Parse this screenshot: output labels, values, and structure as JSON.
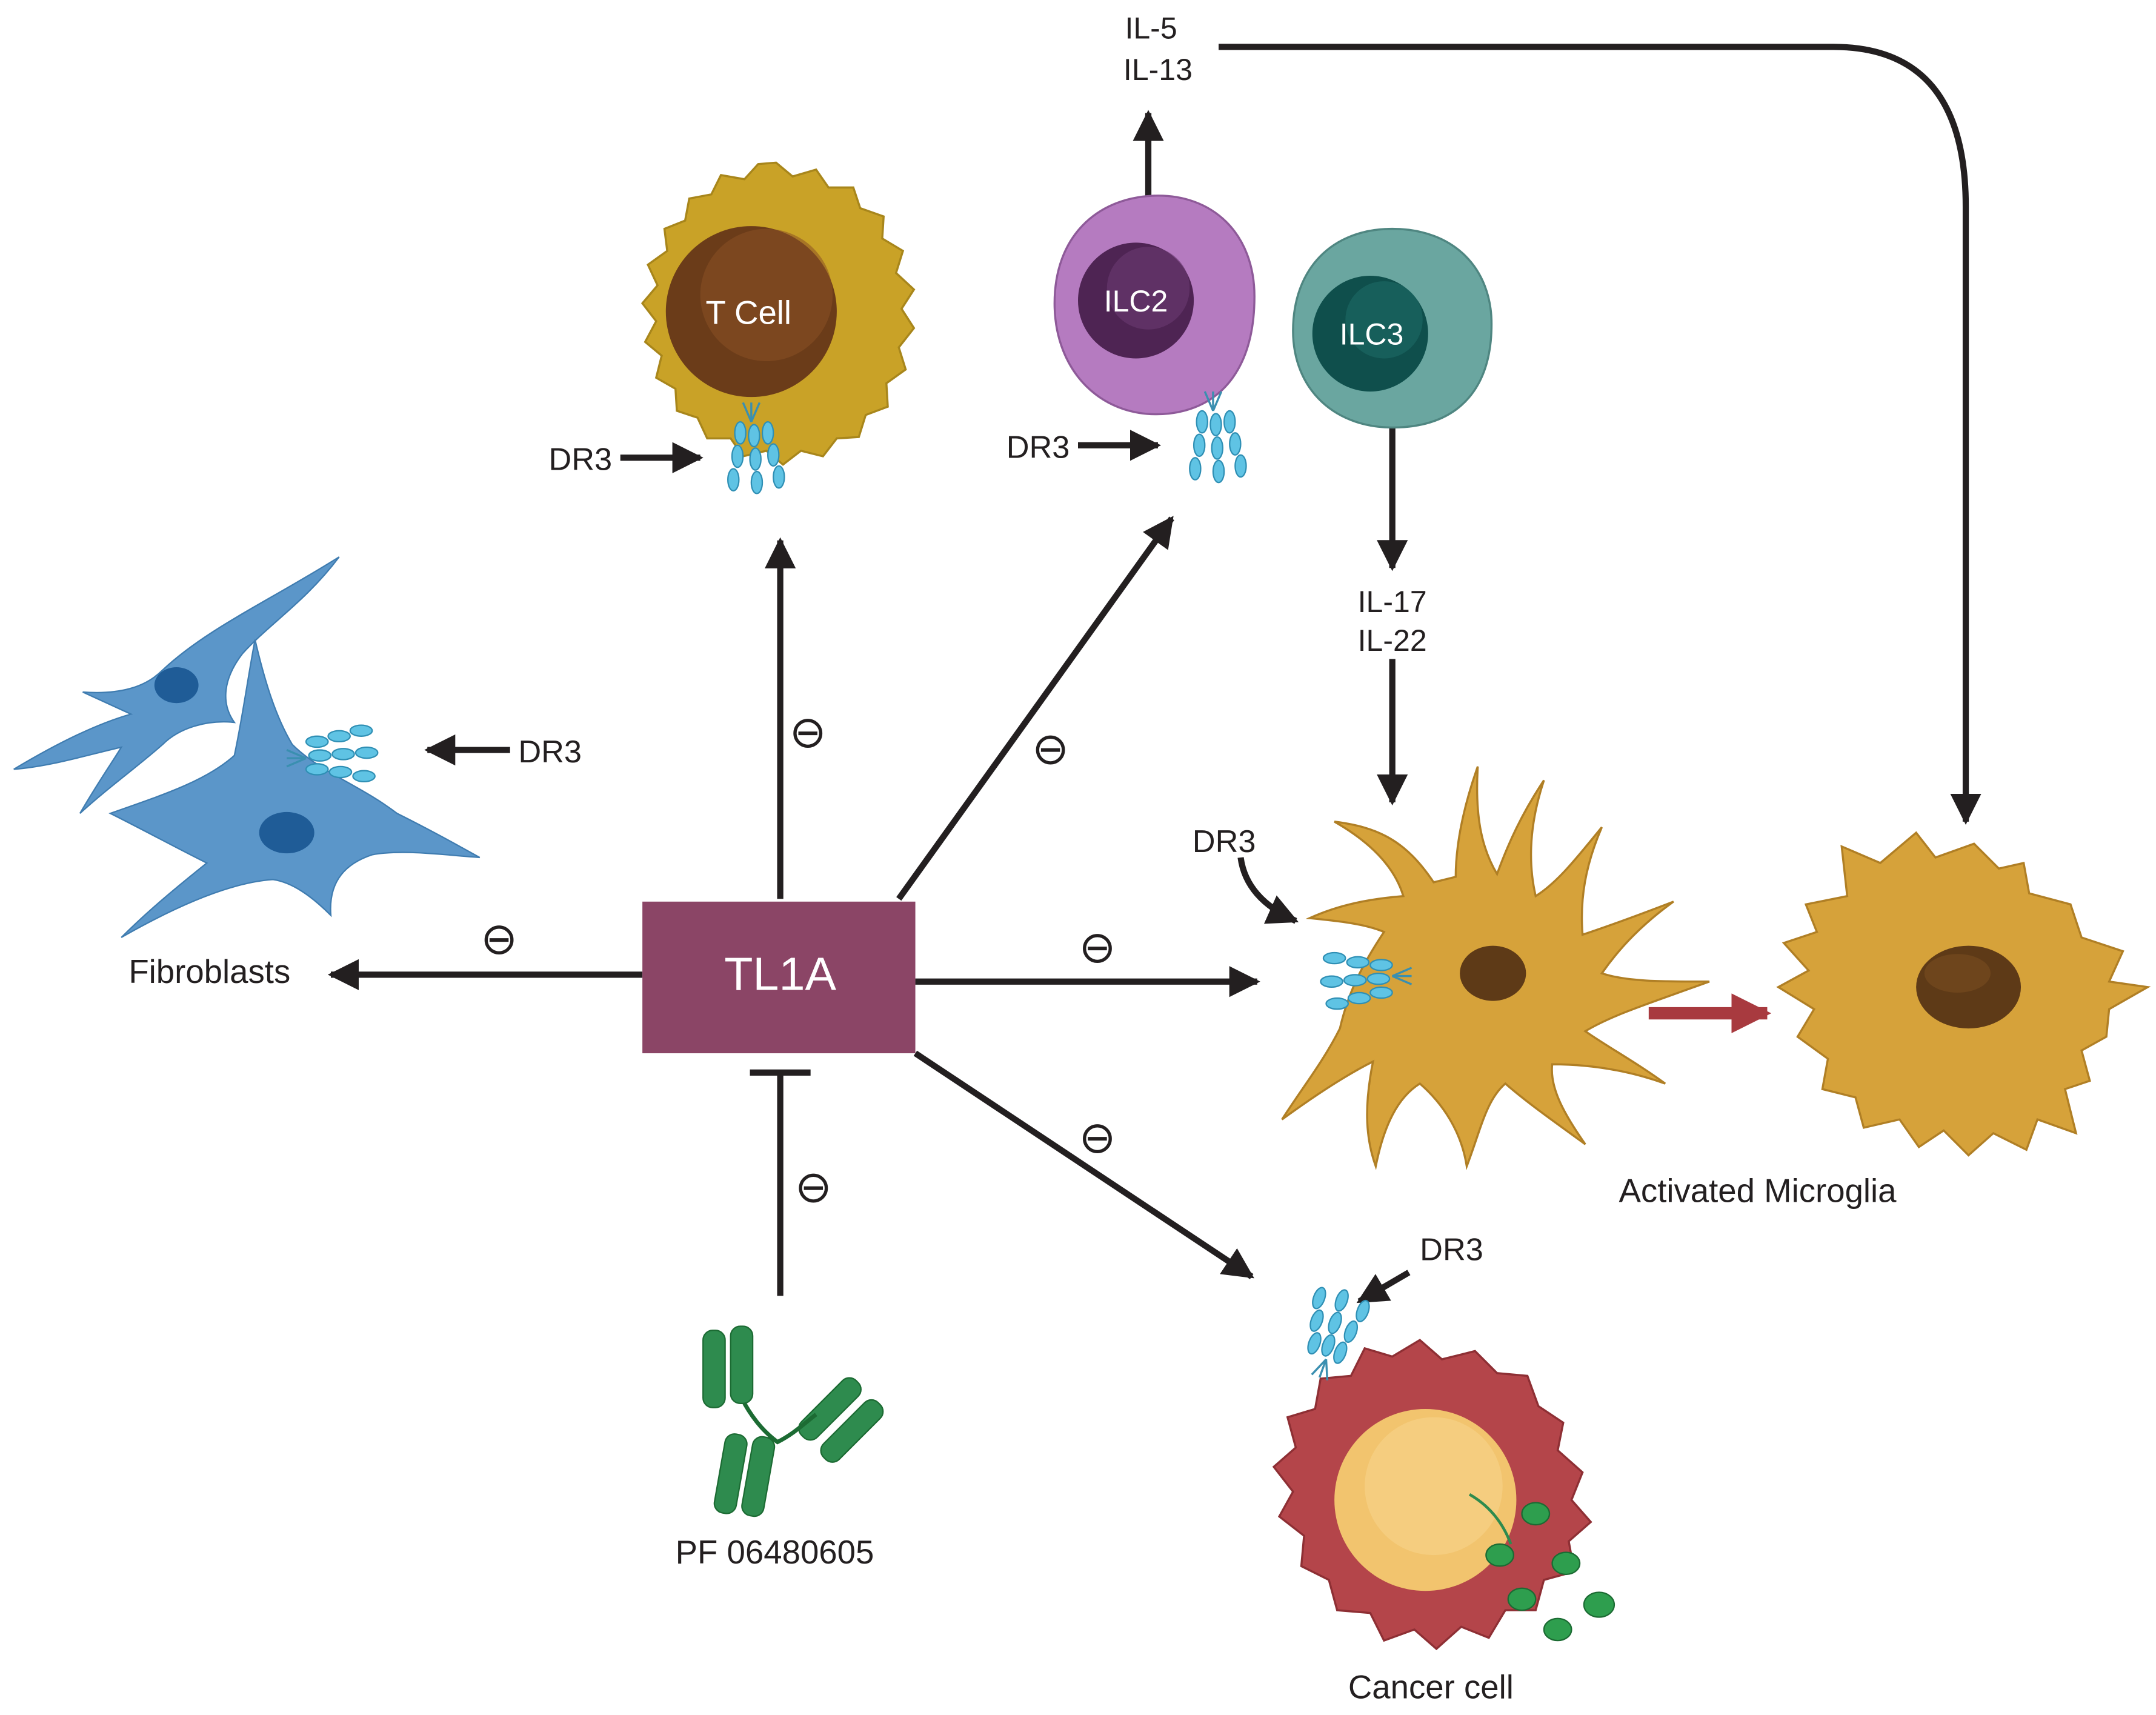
{
  "central_node": {
    "label": "TL1A",
    "color": "#8b4566"
  },
  "inhibitor": {
    "label": "PF 06480605",
    "color": "#2e8b4e"
  },
  "receptor_label": "DR3",
  "inhibition_symbol": "⊖",
  "cells": {
    "t_cell": {
      "label": "T Cell",
      "color": "#c9a227"
    },
    "ilc2": {
      "label": "ILC2",
      "color": "#b57bc0"
    },
    "ilc3": {
      "label": "ILC3",
      "color": "#6aa6a0"
    },
    "fibroblasts": {
      "label": "Fibroblasts",
      "color": "#5b96c9"
    },
    "microglia": {
      "label": "Activated Microglia",
      "color": "#d6a23a"
    },
    "cancer": {
      "label": "Cancer cell",
      "color": "#b4454a"
    }
  },
  "cytokines": {
    "ilc2_out": [
      "IL-5",
      "IL-13"
    ],
    "ilc3_out": [
      "IL-17",
      "IL-22"
    ]
  },
  "colors": {
    "receptor": "#5fc3e4",
    "activation_arrow": "#a83a3f"
  }
}
